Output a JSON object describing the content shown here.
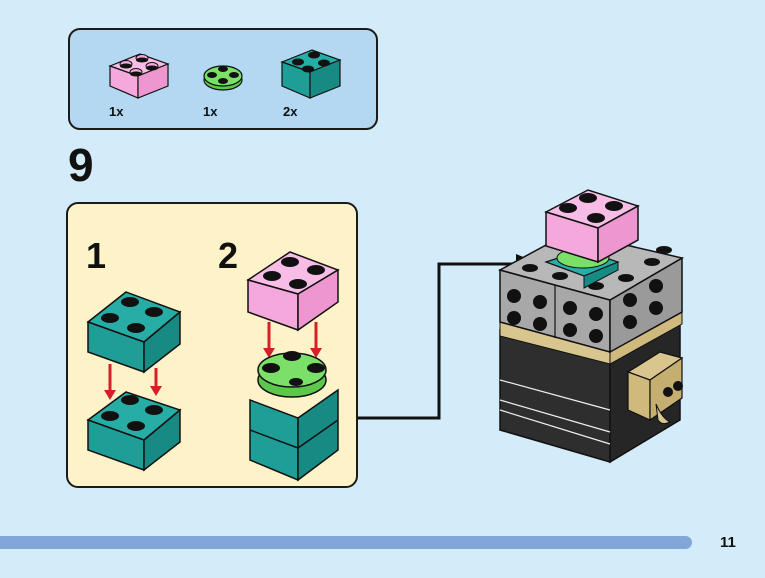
{
  "parts_list": {
    "items": [
      {
        "name": "2x2 brick",
        "color": "#f5a8dc",
        "quantity": "1x"
      },
      {
        "name": "2x2 round plate",
        "color": "#6ad65a",
        "quantity": "1x"
      },
      {
        "name": "2x2 brick",
        "color": "#1e9e96",
        "quantity": "2x"
      }
    ]
  },
  "step": {
    "number": "9",
    "substeps": [
      {
        "label": "1"
      },
      {
        "label": "2"
      }
    ]
  },
  "colors": {
    "background": "#d4ebfa",
    "parts_box": "#b5d8f2",
    "step_box": "#fdf2c8",
    "teal": "#1e9e96",
    "pink": "#f5a8dc",
    "green": "#6ad65a",
    "gray": "#a8a8a8",
    "black_brick": "#2e2e2e",
    "tan": "#d9c58e",
    "arrow_red": "#d4202a",
    "footer_bar": "#82a6d7"
  },
  "footer": {
    "page_number": "11"
  }
}
